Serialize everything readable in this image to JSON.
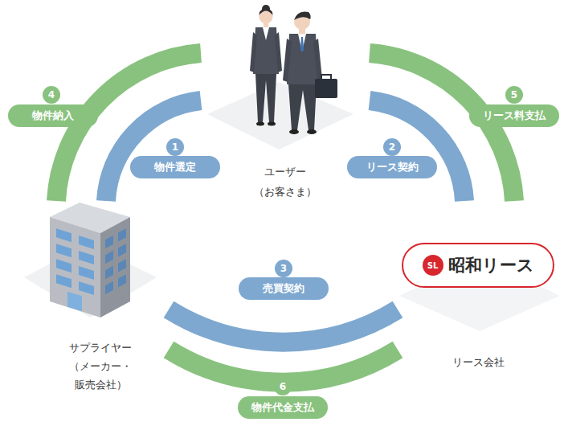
{
  "diagram": {
    "nodes": [
      {
        "text": [
          "ユーザー （お客さま）"
        ]
      },
      {
        "text": [
          "サプライヤー （メーカー・販売会社）"
        ]
      },
      {
        "text": [
          "リース会社"
        ]
      },
      {
        "text": [
          "SL",
          "昭和リース"
        ],
        "in": 2
      }
    ],
    "edges": [
      {
        "from": 0,
        "to": 1,
        "label": "物件選定",
        "arrow": "none"
      },
      {
        "from": 0,
        "to": 2,
        "label": "リース契約",
        "arrow": "none"
      },
      {
        "from": 1,
        "to": 2,
        "label": "売買契約",
        "arrow": "none"
      },
      {
        "from": 1,
        "to": 0,
        "label": "物件納入",
        "arrow": "none"
      },
      {
        "from": 0,
        "to": 2,
        "label": "リース料支払",
        "arrow": "none"
      },
      {
        "from": 2,
        "to": 1,
        "label": "物件代金支払",
        "arrow": "none"
      }
    ],
    "labels": [
      "1",
      "2",
      "3",
      "4",
      "5",
      "6"
    ]
  }
}
